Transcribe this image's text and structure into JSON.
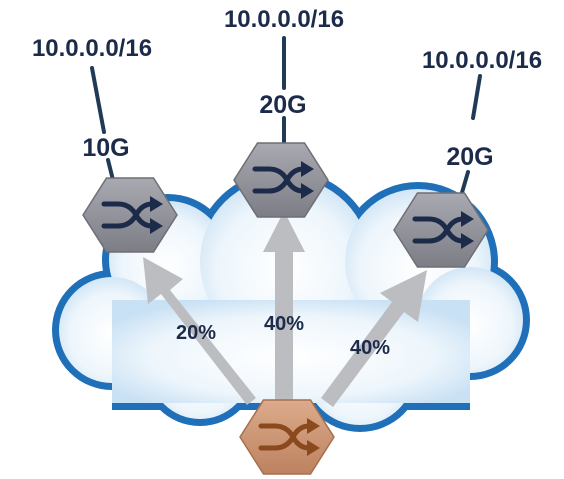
{
  "routers": {
    "left": {
      "prefix": "10.0.0.0/16",
      "bandwidth": "10G",
      "traffic": "20%"
    },
    "middle": {
      "prefix": "10.0.0.0/16",
      "bandwidth": "20G",
      "traffic": "40%"
    },
    "right": {
      "prefix": "10.0.0.0/16",
      "bandwidth": "20G",
      "traffic": "40%"
    }
  },
  "colors": {
    "link": "#213a56",
    "router_gray": "#8e8f96",
    "router_source": "#c9916f",
    "cloud_outline": "#1f6fb9",
    "cloud_fill": "#e4f1fb",
    "arrow": "#bcbdc0",
    "text": "#1c2b4a"
  },
  "icons": {
    "router": "crossed-arrows-icon"
  }
}
